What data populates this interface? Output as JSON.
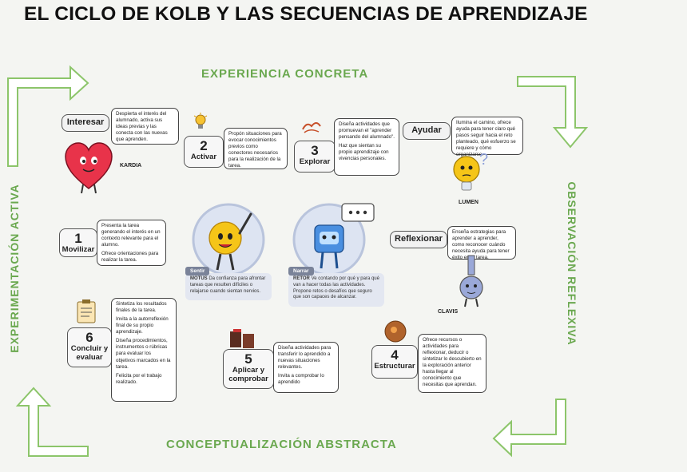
{
  "title": "EL CICLO DE KOLB  Y LAS SECUENCIAS DE APRENDIZAJE",
  "phases": {
    "top": "EXPERIENCIA CONCRETA",
    "right": "OBSERVACIÓN REFLEXIVA",
    "bottom": "CONCEPTUALIZACIÓN ABSTRACTA",
    "left": "EXPERIMENTACIÓN ACTIVA"
  },
  "interesar": {
    "label": "Interesar",
    "desc": "Despierta el interés del alumnado, activa sus ideas previas y las conecta con las nuevas que aprenden."
  },
  "ayudar": {
    "label": "Ayudar",
    "desc": "Ilumina el camino, ofrece ayuda para tener claro qué pasos seguir hacia el reto planteado, qué esfuerzo se requiere y cómo organizarse."
  },
  "reflexionar": {
    "label": "Reflexionar",
    "desc": "Enseña estrategias para aprender a aprender, como reconocer cuándo necesita ayuda para tener éxito en la tarea."
  },
  "steps": {
    "s1": {
      "num": "1",
      "label": "Movilizar",
      "desc1": "Presenta la tarea generando el interés en un contexto relevante para el alumno.",
      "desc2": "Ofrece orientaciones para realizar la tarea."
    },
    "s2": {
      "num": "2",
      "label": "Activar",
      "desc": "Propón situaciones para evocar conocimientos previos como conectores necesarios para la realización de la tarea."
    },
    "s3": {
      "num": "3",
      "label": "Explorar",
      "desc1": "Diseña actividades que promuevan el \"aprender pensando del alumnado\".",
      "desc2": "Haz que sientan su propio aprendizaje con vivencias personales."
    },
    "s4": {
      "num": "4",
      "label": "Estructurar",
      "desc": "Ofrece recursos o actividades para reflexionar, deducir o sintetizar lo descubierto en la exploración anterior hasta llegar al conocimiento que necesitas que aprendan."
    },
    "s5": {
      "num": "5",
      "label": "Aplicar y comprobar",
      "desc1": "Diseña actividades para transferir lo aprendido a nuevas situaciones relevantes.",
      "desc2": "Invita a comprobar lo aprendido"
    },
    "s6": {
      "num": "6",
      "label": "Concluir y evaluar",
      "desc1": "Sintetiza los resultados finales de la tarea.",
      "desc2": "Invita a la autorreflexión final de su propio aprendizaje.",
      "desc3": "Diseña procedimientos, instrumentos o rúbricas para evaluar los objetivos marcados en la tarea.",
      "desc4": "Felicita por el trabajo realizado."
    }
  },
  "characters": {
    "kardia": "KARDIA",
    "lumen": "LUMEN",
    "clavis": "CLAVIS",
    "motus": {
      "tag": "Sentir",
      "name": "MOTUS",
      "text": "Da confianza para afrontar tareas que resulten difíciles o relajarse cuando sientan nervios."
    },
    "retor": {
      "tag": "Narrar",
      "name": "RETOR",
      "text": "Ve contando por qué y para qué van a hacer todas las actividades. Propone retos o desafíos que seguro que son capaces de alcanzar."
    }
  },
  "colors": {
    "phase_green": "#6aa84f",
    "arrow_fill": "#ffffff",
    "arrow_stroke": "#8cc56a",
    "heart": "#e8334a",
    "sun": "#f5c518",
    "robot": "#4a8fe0"
  }
}
